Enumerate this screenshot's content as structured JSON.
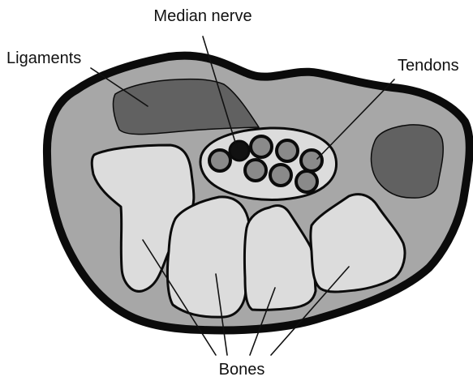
{
  "labels": {
    "median_nerve": "Median nerve",
    "ligaments": "Ligaments",
    "tendons": "Tendons",
    "bones": "Bones"
  },
  "colors": {
    "outline": "#0b0b0b",
    "wrist_fill": "#a7a7a7",
    "ligament_fill": "#616161",
    "bone_fill": "#dcdcdc",
    "tunnel_fill": "#dcdcdc",
    "tendon_fill": "#8a8a8a",
    "nerve_fill": "#111111",
    "background": "#ffffff"
  }
}
